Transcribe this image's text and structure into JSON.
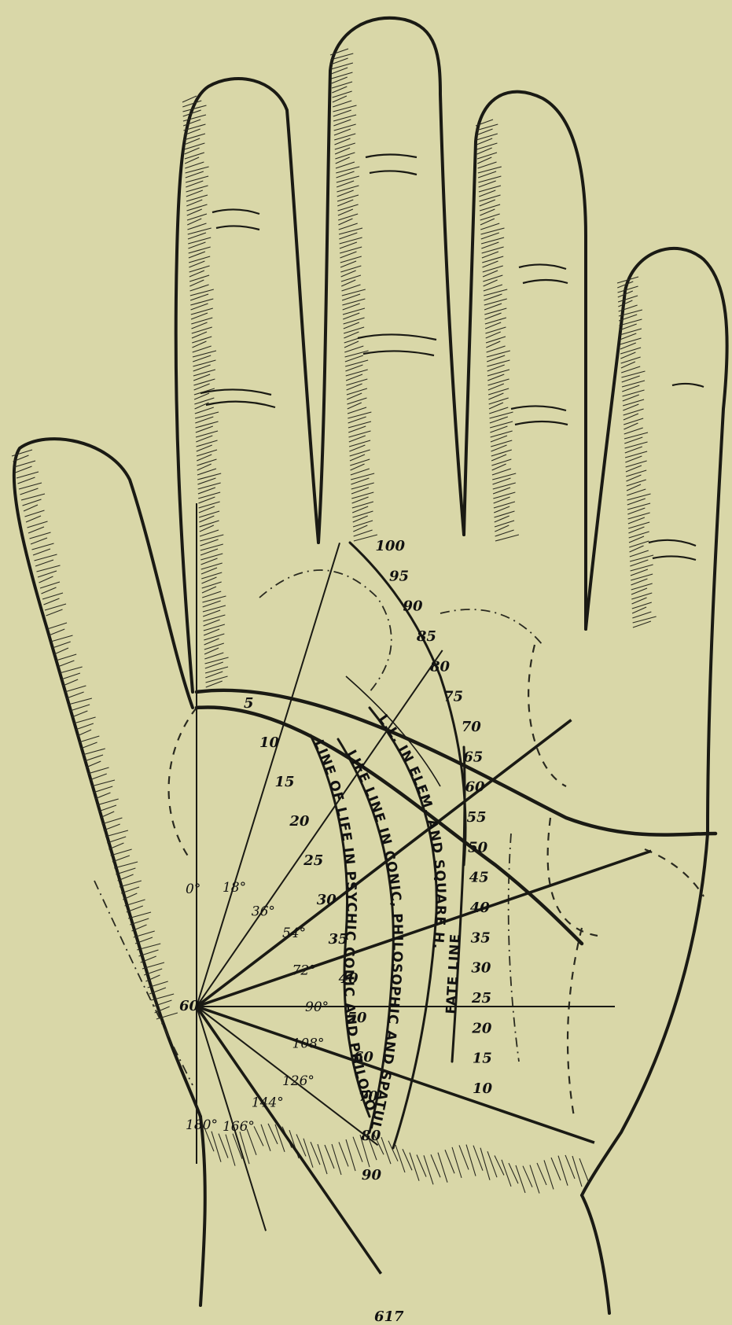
{
  "diagram": {
    "center_label": "60",
    "angle_labels": [
      "0°",
      "18°",
      "36°",
      "54°",
      "72°",
      "90°",
      "108°",
      "126°",
      "144°",
      "166°",
      "180°"
    ],
    "age_scale_fate": [
      "10",
      "15",
      "20",
      "25",
      "30",
      "35",
      "40",
      "45",
      "50",
      "55",
      "60",
      "65",
      "70",
      "75",
      "80",
      "85",
      "90",
      "95",
      "100"
    ],
    "age_scale_life": [
      "5",
      "10",
      "15",
      "20",
      "25",
      "30",
      "35",
      "40",
      "50",
      "60",
      "70",
      "80",
      "90"
    ],
    "curve_labels": {
      "life_psychic": "LINE OF LIFE IN PSYCHIC CONIC AND PHILOSOPHIC",
      "life_elementary": "L.L. IN ELEM. AND SQUARE H.",
      "life_conic": "LIFE LINE IN CONIC, PHILOSOPHIC AND SPATULATE",
      "fate": "FATE LINE"
    },
    "caption": "617"
  },
  "colors": {
    "paper": "#d9d7a8",
    "ink": "#1a1a14"
  }
}
